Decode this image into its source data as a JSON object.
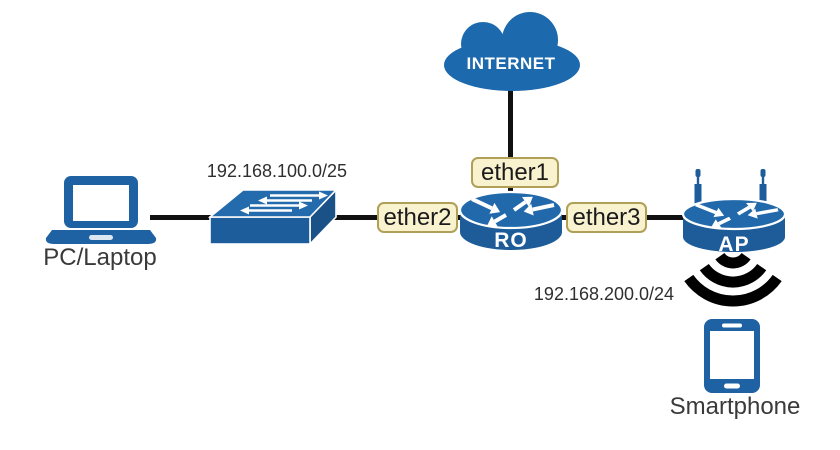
{
  "colors": {
    "device_blue": "#1e5d9b",
    "device_blue_top": "#236bac",
    "device_blue_dark": "#1a5187",
    "cloud_blue": "#1c69ad",
    "interface_label_fill": "#f8f2cf",
    "interface_label_border": "#b0a057",
    "link_black": "#111111",
    "wifi_signal_black": "#000000",
    "text_dark": "#2f2f2f",
    "white": "#ffffff"
  },
  "icons": {
    "internet": "cloud-icon",
    "pc": "laptop-icon",
    "lan_switch": "switch-icon",
    "router": "router-icon",
    "access_point": "access-point-icon",
    "wireless": "wifi-signal-icon",
    "phone": "smartphone-icon"
  },
  "nodes": {
    "internet": {
      "label": "INTERNET"
    },
    "router": {
      "label": "RO"
    },
    "access_point": {
      "label": "AP"
    },
    "pc": {
      "label": "PC/Laptop"
    },
    "smartphone": {
      "label": "Smartphone"
    }
  },
  "interfaces": {
    "ether1": {
      "label": "ether1"
    },
    "ether2": {
      "label": "ether2"
    },
    "ether3": {
      "label": "ether3"
    }
  },
  "subnets": {
    "lan": "192.168.100.0/25",
    "wireless": "192.168.200.0/24"
  }
}
